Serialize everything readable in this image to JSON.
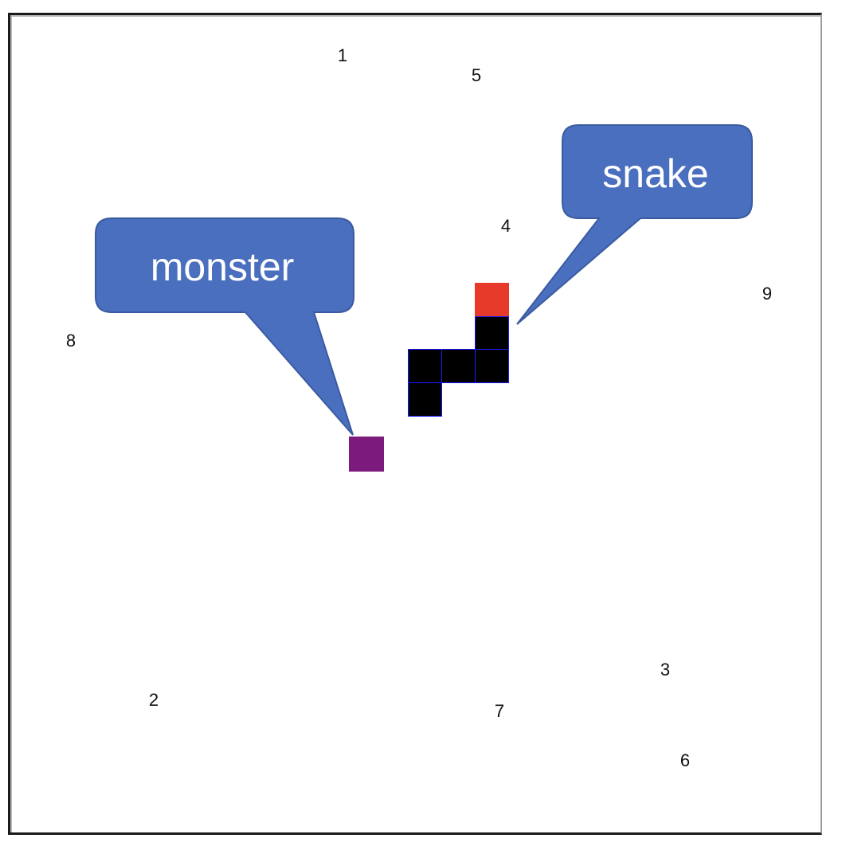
{
  "food_items": [
    {
      "label": "1"
    },
    {
      "label": "5"
    },
    {
      "label": "4"
    },
    {
      "label": "9"
    },
    {
      "label": "8"
    },
    {
      "label": "2"
    },
    {
      "label": "7"
    },
    {
      "label": "3"
    },
    {
      "label": "6"
    }
  ],
  "callouts": {
    "monster": "monster",
    "snake": "snake"
  },
  "colors": {
    "callout_fill": "#4a6fbf",
    "callout_stroke": "#3b5aa0",
    "snake_head": "#e83a2b",
    "snake_body": "#000000",
    "snake_body_border": "#1a1aff",
    "monster": "#7d1a7d"
  }
}
